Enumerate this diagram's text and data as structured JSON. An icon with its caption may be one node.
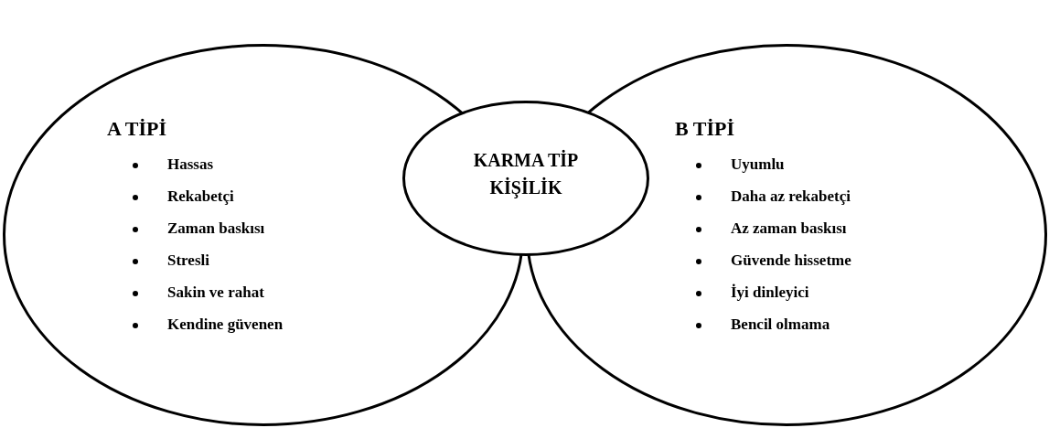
{
  "diagram": {
    "nodes": [
      {
        "text": [
          "A TİPİ",
          "Hassas",
          "Rekabetçi",
          "Zaman baskısı",
          "Stresli",
          "Sakin ve rahat",
          "Kendine güvenen"
        ]
      },
      {
        "text": [
          "KARMA TİP KİŞİLİK"
        ]
      },
      {
        "text": [
          "B TİPİ",
          "Uyumlu",
          "Daha az rekabetçi",
          "Az zaman baskısı",
          "Güvende hissetme",
          "İyi dinleyici",
          "Bencil olmama"
        ]
      }
    ],
    "edges": []
  }
}
